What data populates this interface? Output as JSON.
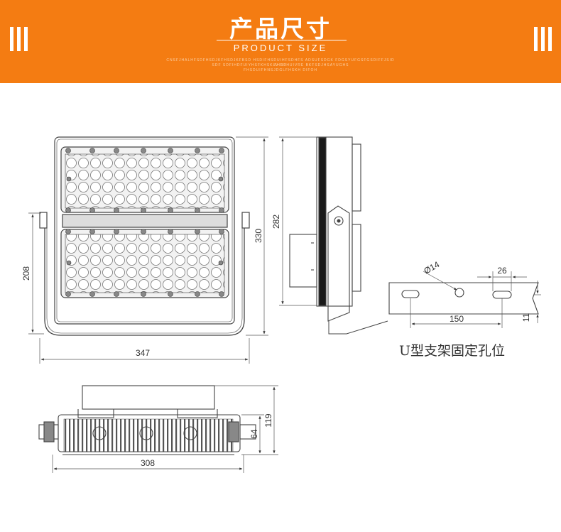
{
  "header": {
    "title": "产品尺寸",
    "subtitle": "PRODUCT SIZE",
    "fine_print": [
      "CNSFJHALHFSDFHSDJKFHSDJKFBSD HSDIFHSDUIHFSDHFS ADSUFSDGK FDGSYUFGSFGSDIFFJSID FHSD",
      "SDF SDFIHDFUIYHSFKHSKLV DFHUIVRE BKFSDJHSAYUGHS",
      "FHSDUIFHNSJDGLFHSKH DIFOH"
    ],
    "accent_color": "#f47c12"
  },
  "diagram": {
    "front_view": {
      "width": "347",
      "height": "330",
      "bracket_height": "208"
    },
    "side_view": {
      "height": "282"
    },
    "bracket": {
      "hole_diameter": "Ø14",
      "hole_spacing": "150",
      "slot_length": "26",
      "edge_offset": "11",
      "caption": "U型支架固定孔位"
    },
    "bottom_view": {
      "width": "308",
      "depth_total": "119",
      "depth_body": "64"
    }
  }
}
